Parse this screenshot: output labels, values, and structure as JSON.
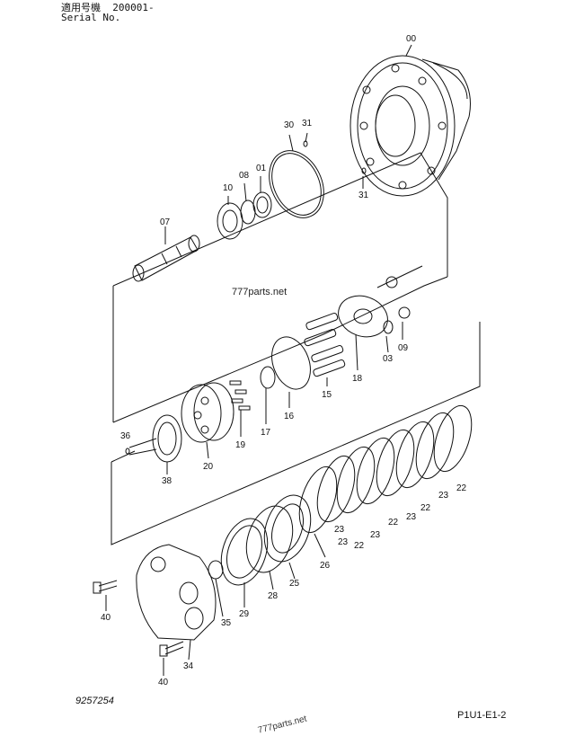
{
  "header": {
    "applicable_label": "適用号機",
    "serial_range": "200001-",
    "serial_label": "Serial No."
  },
  "watermark": "777parts.net",
  "watermark_bottom": "777parts.net",
  "footer": {
    "drawing_number": "9257254",
    "page_code": "P1U1-E1-2"
  },
  "part_labels": {
    "p00": "00",
    "p30": "30",
    "p31a": "31",
    "p31b": "31",
    "p10": "10",
    "p08": "08",
    "p01": "01",
    "p07": "07",
    "p03": "03",
    "p09": "09",
    "p18": "18",
    "p15": "15",
    "p16": "16",
    "p17": "17",
    "p19": "19",
    "p20": "20",
    "p36": "36",
    "p38": "38",
    "p22a": "22",
    "p22b": "22",
    "p22c": "22",
    "p23a": "23",
    "p23b": "23",
    "p23c": "23",
    "p23d": "23",
    "p23e": "23",
    "p22d": "22",
    "p26": "26",
    "p25": "25",
    "p28": "28",
    "p29": "29",
    "p35": "35",
    "p34": "34",
    "p40a": "40",
    "p40b": "40"
  }
}
